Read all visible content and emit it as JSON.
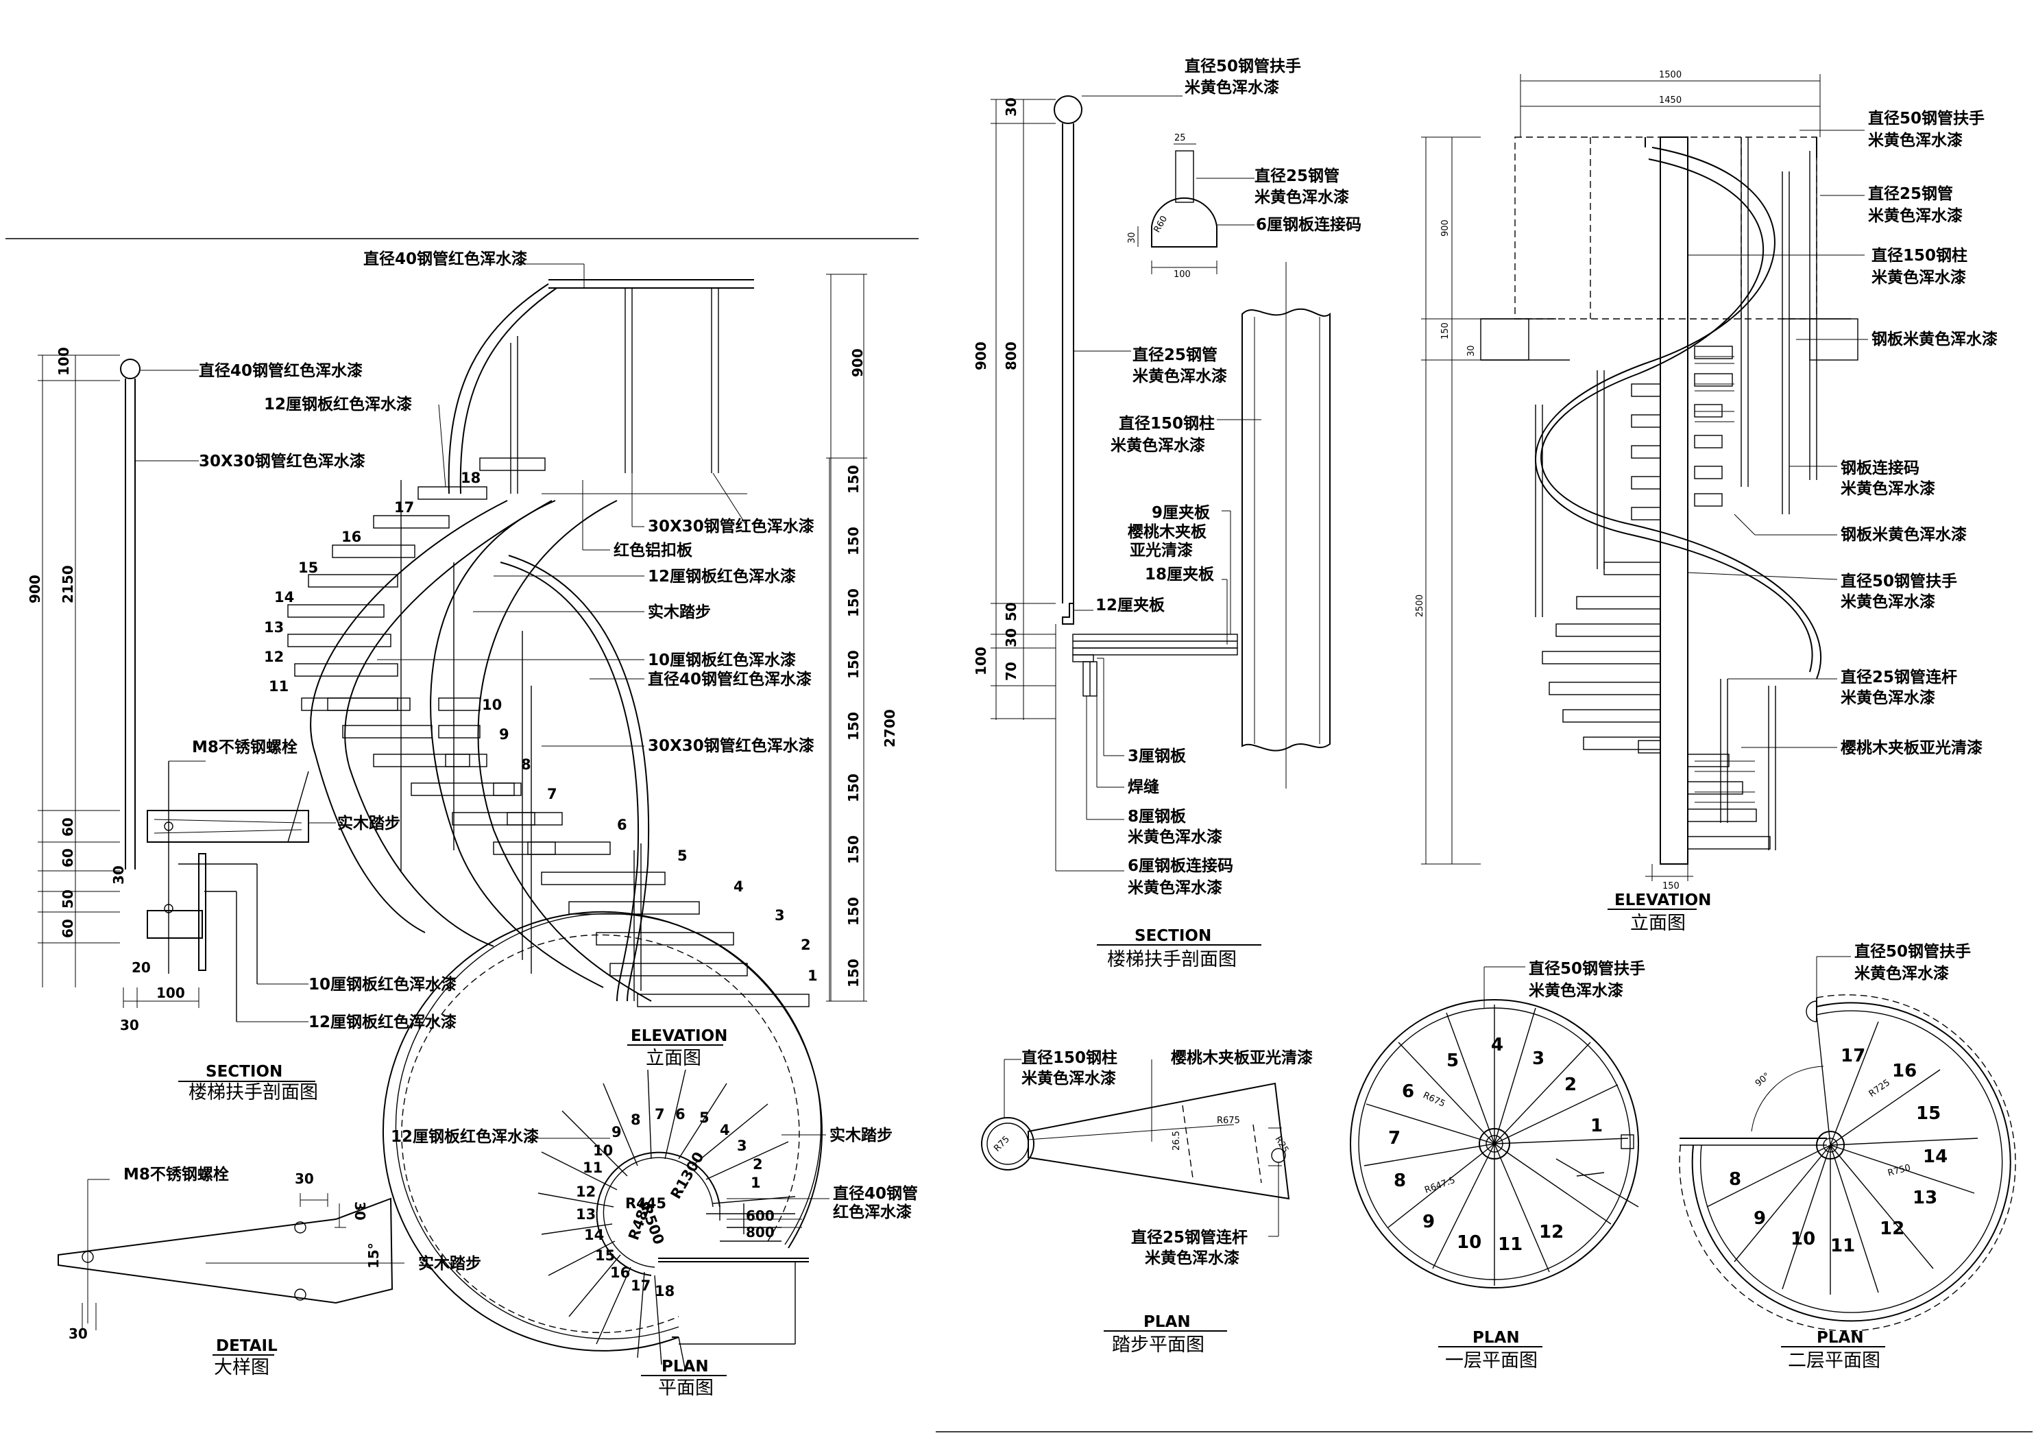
{
  "left_section": {
    "title_en": "SECTION",
    "title_cn": "楼梯扶手剖面图",
    "labels": {
      "pipe40_red": "直径40钢管红色浑水漆",
      "plate12_red": "12厘钢板红色浑水漆",
      "tube30_red": "30X30钢管红色浑水漆",
      "bolt_m8": "M8不锈钢螺栓",
      "wood_step": "实木踏步",
      "plate10_red": "10厘钢板红色浑水漆",
      "plate12_red_b": "12厘钢板红色浑水漆"
    },
    "dims_v": [
      "100",
      "900",
      "2150",
      "60",
      "60",
      "50",
      "60",
      "30"
    ],
    "dims_h": [
      "20",
      "100",
      "30"
    ]
  },
  "left_elevation": {
    "title_en": "ELEVATION",
    "title_cn": "立面图",
    "labels": {
      "handrail": "直径40钢管红色浑水漆",
      "plate12": "12厘钢板红色浑水漆",
      "tube30": "30X30钢管红色浑水漆",
      "aluminium": "红色铝扣板",
      "plate12b": "12厘钢板红色浑水漆",
      "wood_step": "实木踏步",
      "plate10": "10厘钢板红色浑水漆",
      "pipe40": "直径40钢管红色浑水漆",
      "tube30b": "30X30钢管红色浑水漆"
    },
    "steps": [
      "18",
      "17",
      "16",
      "15",
      "14",
      "13",
      "12",
      "11",
      "10",
      "9",
      "8",
      "7",
      "6",
      "5",
      "4",
      "3",
      "2",
      "1"
    ],
    "dims": {
      "top": "900",
      "total": "2700",
      "riser": "150"
    }
  },
  "left_detail": {
    "title_en": "DETAIL",
    "title_cn": "大样图",
    "labels": {
      "bolt": "M8不锈钢螺栓",
      "wood_step": "实木踏步"
    },
    "dims": {
      "a": "30",
      "b": "30",
      "angle": "15°",
      "c": "30"
    }
  },
  "left_plan": {
    "title_en": "PLAN",
    "title_cn": "平面图",
    "labels": {
      "plate12": "12厘钢板红色浑水漆",
      "wood_step": "实木踏步",
      "pipe40": "直径40钢管",
      "pipe40b": "红色浑水漆"
    },
    "steps": [
      "1",
      "2",
      "3",
      "4",
      "5",
      "6",
      "7",
      "8",
      "9",
      "10",
      "11",
      "12",
      "13",
      "14",
      "15",
      "16",
      "17",
      "18"
    ],
    "radii": [
      "R500",
      "R1300",
      "R445",
      "R485"
    ],
    "dims": [
      "600",
      "800"
    ]
  },
  "mid_section": {
    "title_en": "SECTION",
    "title_cn": "楼梯扶手剖面图",
    "labels": {
      "handrail_a": "直径50钢管扶手",
      "handrail_b": "米黄色浑水漆",
      "pipe25_a": "直径25钢管",
      "pipe25_b": "米黄色浑水漆",
      "plate6": "6厘钢板连接码",
      "rod25_a": "直径25钢管",
      "rod25_b": "米黄色浑水漆",
      "col150_a": "直径150钢柱",
      "col150_b": "米黄色浑水漆",
      "ply9_a": "9厘夹板",
      "ply9_b": "樱桃木夹板",
      "ply9_c": "亚光清漆",
      "ply18": "18厘夹板",
      "ply12": "12厘夹板",
      "plate3": "3厘钢板",
      "weld": "焊缝",
      "plate8_a": "8厘钢板",
      "plate8_b": "米黄色浑水漆",
      "plate6b_a": "6厘钢板连接码",
      "plate6b_b": "米黄色浑水漆"
    },
    "dims": [
      "30",
      "900",
      "800",
      "50",
      "100",
      "30",
      "70",
      "25",
      "R60",
      "30",
      "100"
    ]
  },
  "tread_plan": {
    "title_en": "PLAN",
    "title_cn": "踏步平面图",
    "labels": {
      "col150_a": "直径150钢柱",
      "col150_b": "米黄色浑水漆",
      "cherry": "樱桃木夹板亚光清漆",
      "rod25_a": "直径25钢管连杆",
      "rod25_b": "米黄色浑水漆"
    },
    "dims": [
      "R75",
      "R675",
      "26.5",
      "R25"
    ]
  },
  "right_elevation": {
    "title_en": "ELEVATION",
    "title_cn": "立面图",
    "labels": {
      "handrail_a": "直径50钢管扶手",
      "handrail_b": "米黄色浑水漆",
      "pipe25_a": "直径25钢管",
      "pipe25_b": "米黄色浑水漆",
      "col150_a": "直径150钢柱",
      "col150_b": "米黄色浑水漆",
      "plate_yellow": "钢板米黄色浑水漆",
      "conn_a": "钢板连接码",
      "conn_b": "米黄色浑水漆",
      "plate_yellow2": "钢板米黄色浑水漆",
      "handrail2_a": "直径50钢管扶手",
      "handrail2_b": "米黄色浑水漆",
      "rod25_a": "直径25钢管连杆",
      "rod25_b": "米黄色浑水漆",
      "cherry": "樱桃木夹板亚光清漆"
    },
    "dims": [
      "1500",
      "1450",
      "900",
      "150",
      "30",
      "2500",
      "150"
    ]
  },
  "plan_floor1": {
    "title_en": "PLAN",
    "title_cn": "一层平面图",
    "labels": {
      "handrail_a": "直径50钢管扶手",
      "handrail_b": "米黄色浑水漆"
    },
    "steps": [
      "1",
      "2",
      "3",
      "4",
      "5",
      "6",
      "7",
      "8",
      "9",
      "10",
      "11",
      "12"
    ],
    "radii": [
      "R675",
      "R647.5"
    ]
  },
  "plan_floor2": {
    "title_en": "PLAN",
    "title_cn": "二层平面图",
    "labels": {
      "handrail_a": "直径50钢管扶手",
      "handrail_b": "米黄色浑水漆"
    },
    "steps": [
      "8",
      "9",
      "10",
      "11",
      "12",
      "13",
      "14",
      "15",
      "16",
      "17"
    ],
    "radii": [
      "R725",
      "R750"
    ],
    "angle": "90°"
  }
}
